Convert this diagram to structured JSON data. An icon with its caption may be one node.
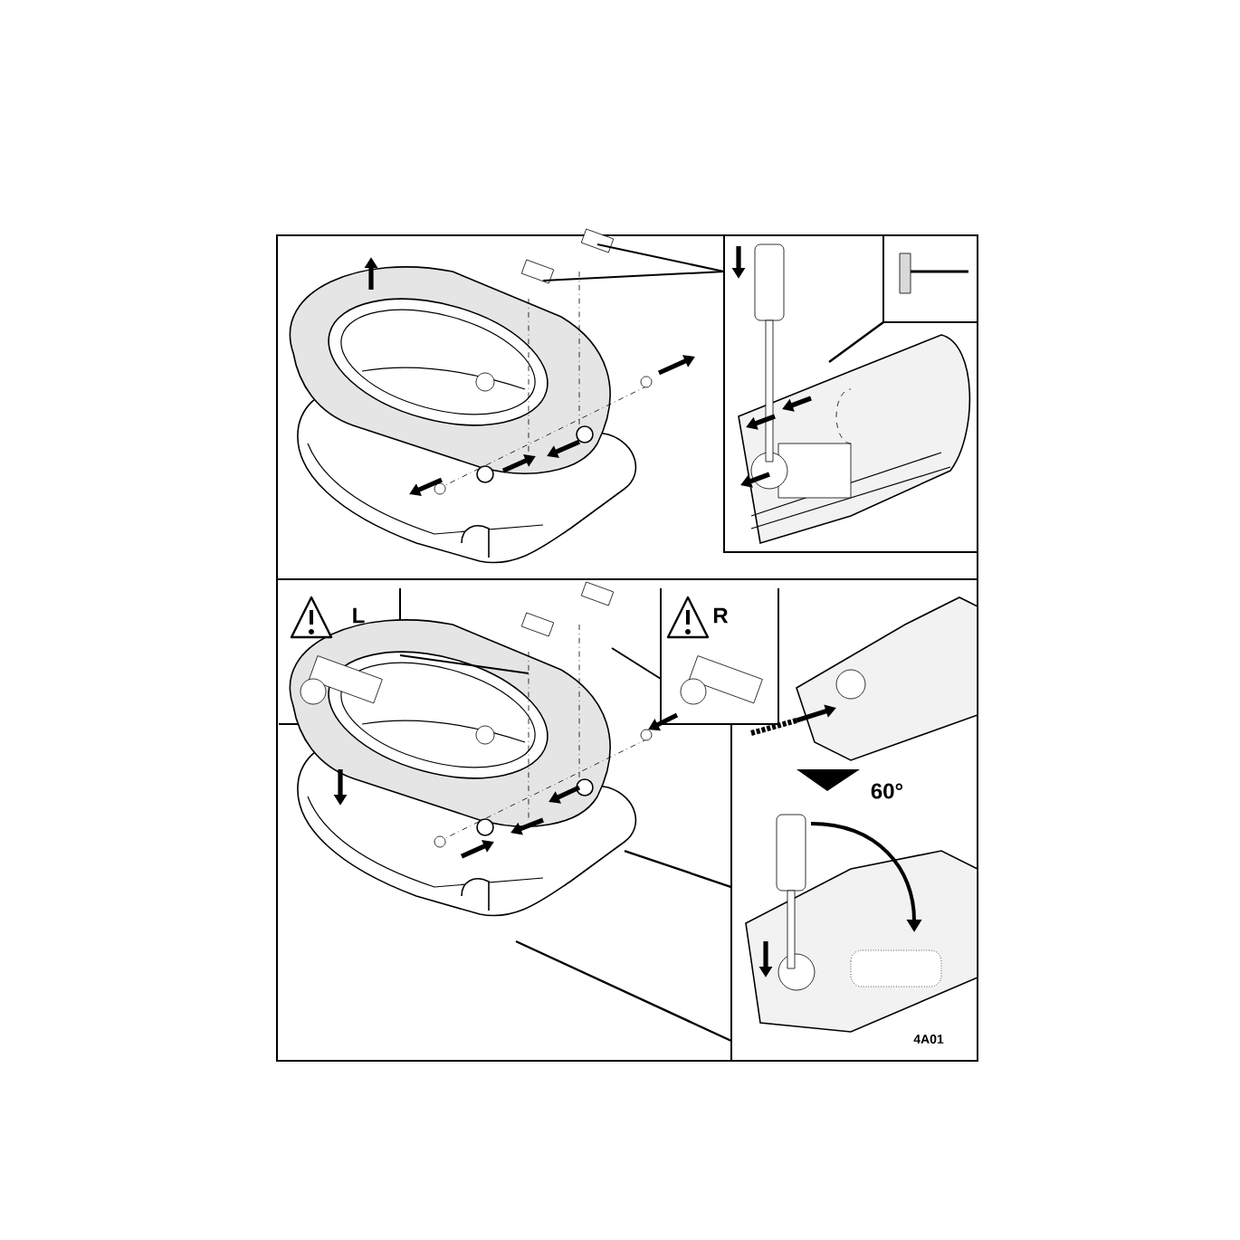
{
  "diagram": {
    "labels": [
      "L",
      "R",
      "60°",
      "4A01"
    ]
  }
}
